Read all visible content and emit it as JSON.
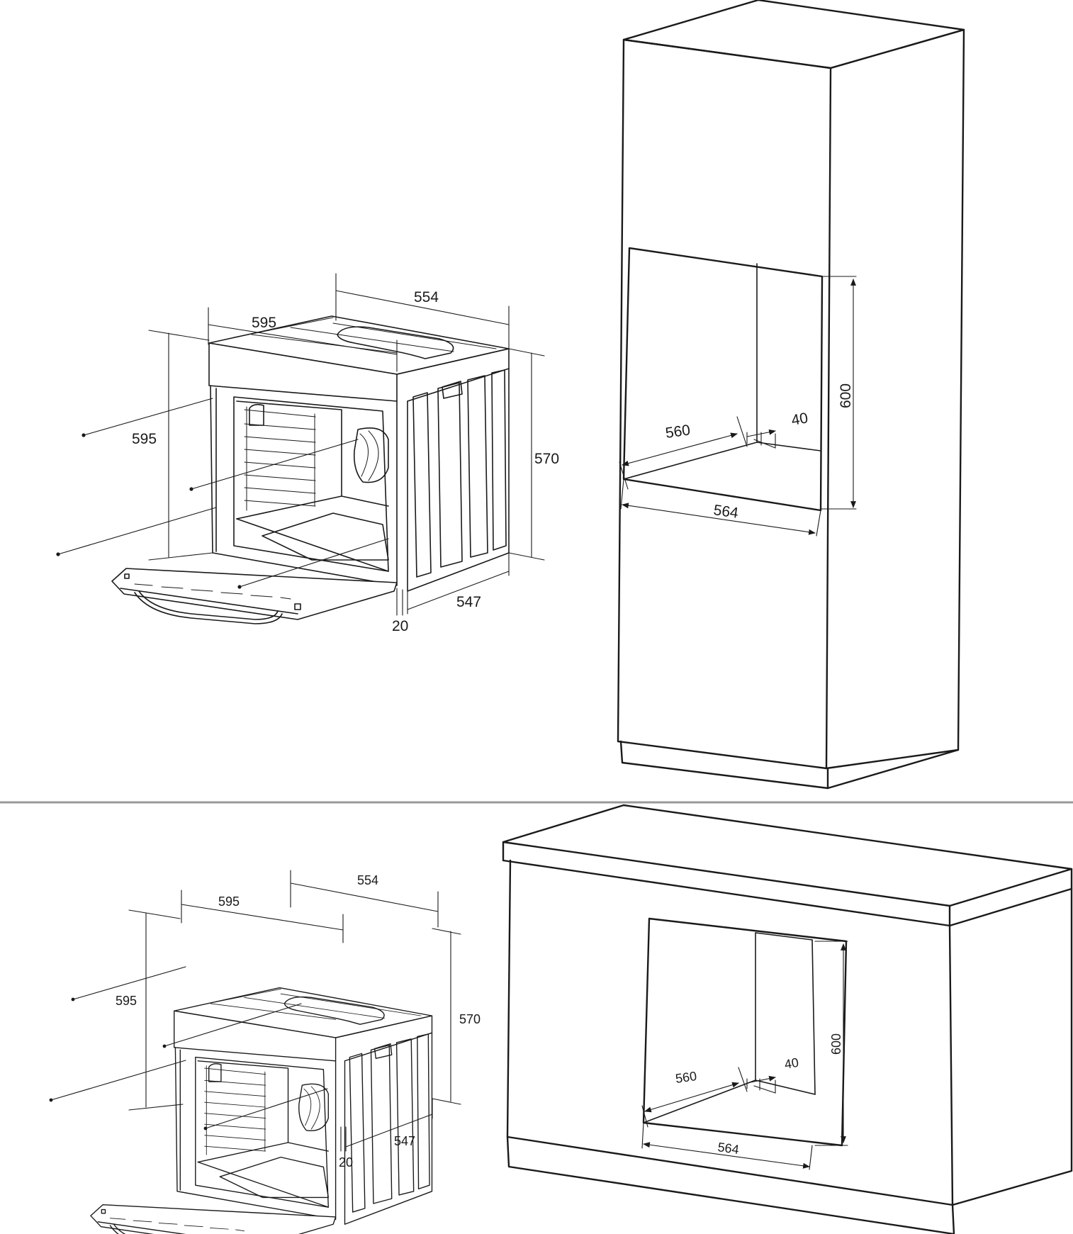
{
  "top_section": {
    "oven": {
      "width": "595",
      "depth": "554",
      "height": "595",
      "side_height": "570",
      "body_depth": "547",
      "front_thickness": "20"
    },
    "tall_cabinet": {
      "niche_width": "560",
      "niche_front_width": "564",
      "niche_height": "600",
      "rear_gap": "40"
    }
  },
  "bottom_section": {
    "oven": {
      "width": "595",
      "depth": "554",
      "height": "595",
      "side_height": "570",
      "body_depth": "547",
      "front_thickness": "20"
    },
    "base_cabinet": {
      "niche_width": "560",
      "niche_front_width": "564",
      "niche_height": "600",
      "rear_gap": "40"
    }
  }
}
